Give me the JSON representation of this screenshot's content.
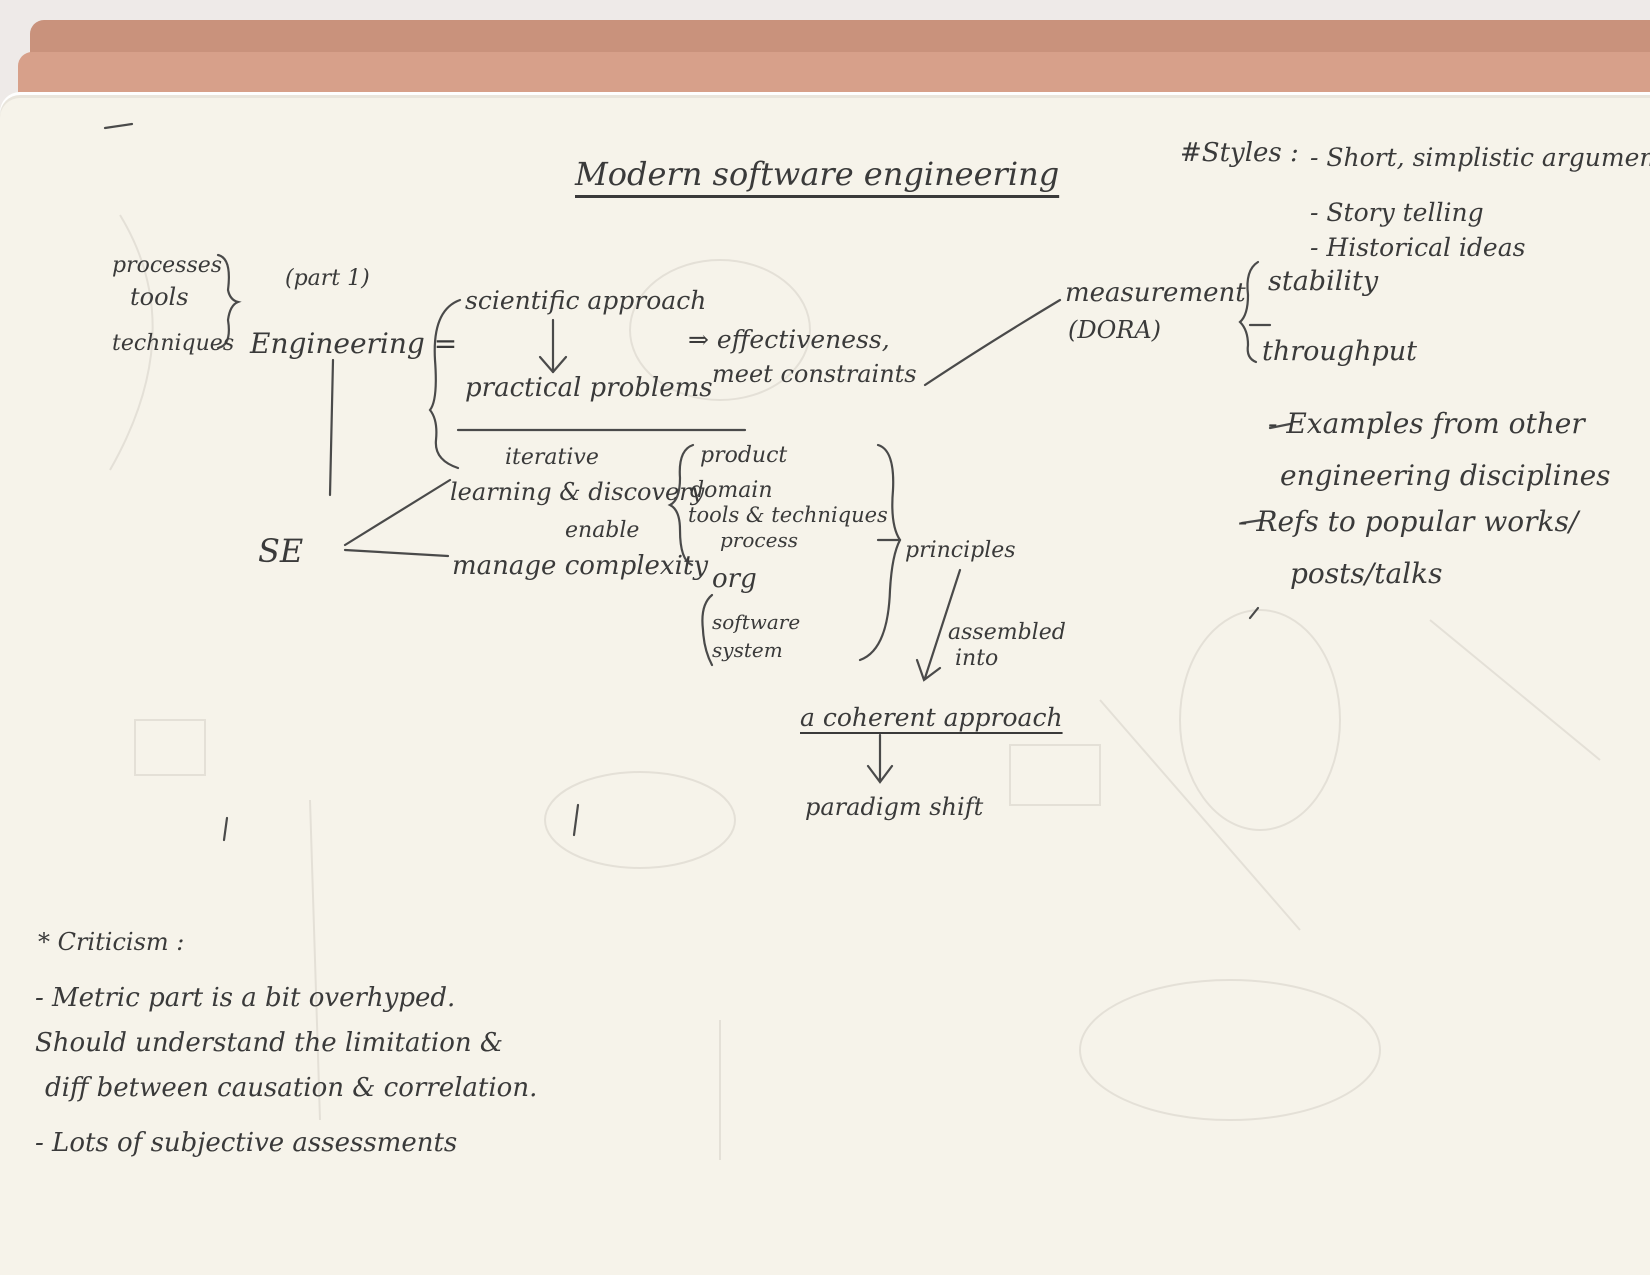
{
  "title": "Modern software engineering",
  "styles": {
    "header": "#Styles :",
    "items": [
      "- Short, simplistic arguments",
      "- Story telling",
      "- Historical ideas",
      "- Examples from other",
      "engineering disciplines",
      "- Refs to popular works/",
      "posts/talks"
    ]
  },
  "left": {
    "processes": "processes",
    "tools": "tools",
    "techniques": "techniques",
    "part": "(part 1)",
    "engineering": "Engineering =",
    "se": "SE"
  },
  "center": {
    "scientific": "scientific approach",
    "practical": "practical problems",
    "effectiveness": "⇒ effectiveness,",
    "constraints": "meet constraints",
    "iterative": "iterative",
    "learning": "learning & discovery",
    "enable": "enable",
    "manage": "manage  complexity",
    "product": "product",
    "domain": "domain",
    "tools_tech": "tools & techniques",
    "process": "process",
    "org": "org",
    "software": "software",
    "system": "system",
    "principles": "principles",
    "assembled": "assembled",
    "into": "into",
    "coherent": "a coherent approach",
    "paradigm": "paradigm shift"
  },
  "right": {
    "measurement": "measurement",
    "dora": "(DORA)",
    "stability": "stability",
    "throughput": "throughput"
  },
  "criticism": {
    "header": "* Criticism :",
    "lines": [
      "- Metric part is a bit overhyped.",
      "Should understand the limitation &",
      "diff between causation & correlation.",
      "- Lots of subjective assessments"
    ]
  }
}
